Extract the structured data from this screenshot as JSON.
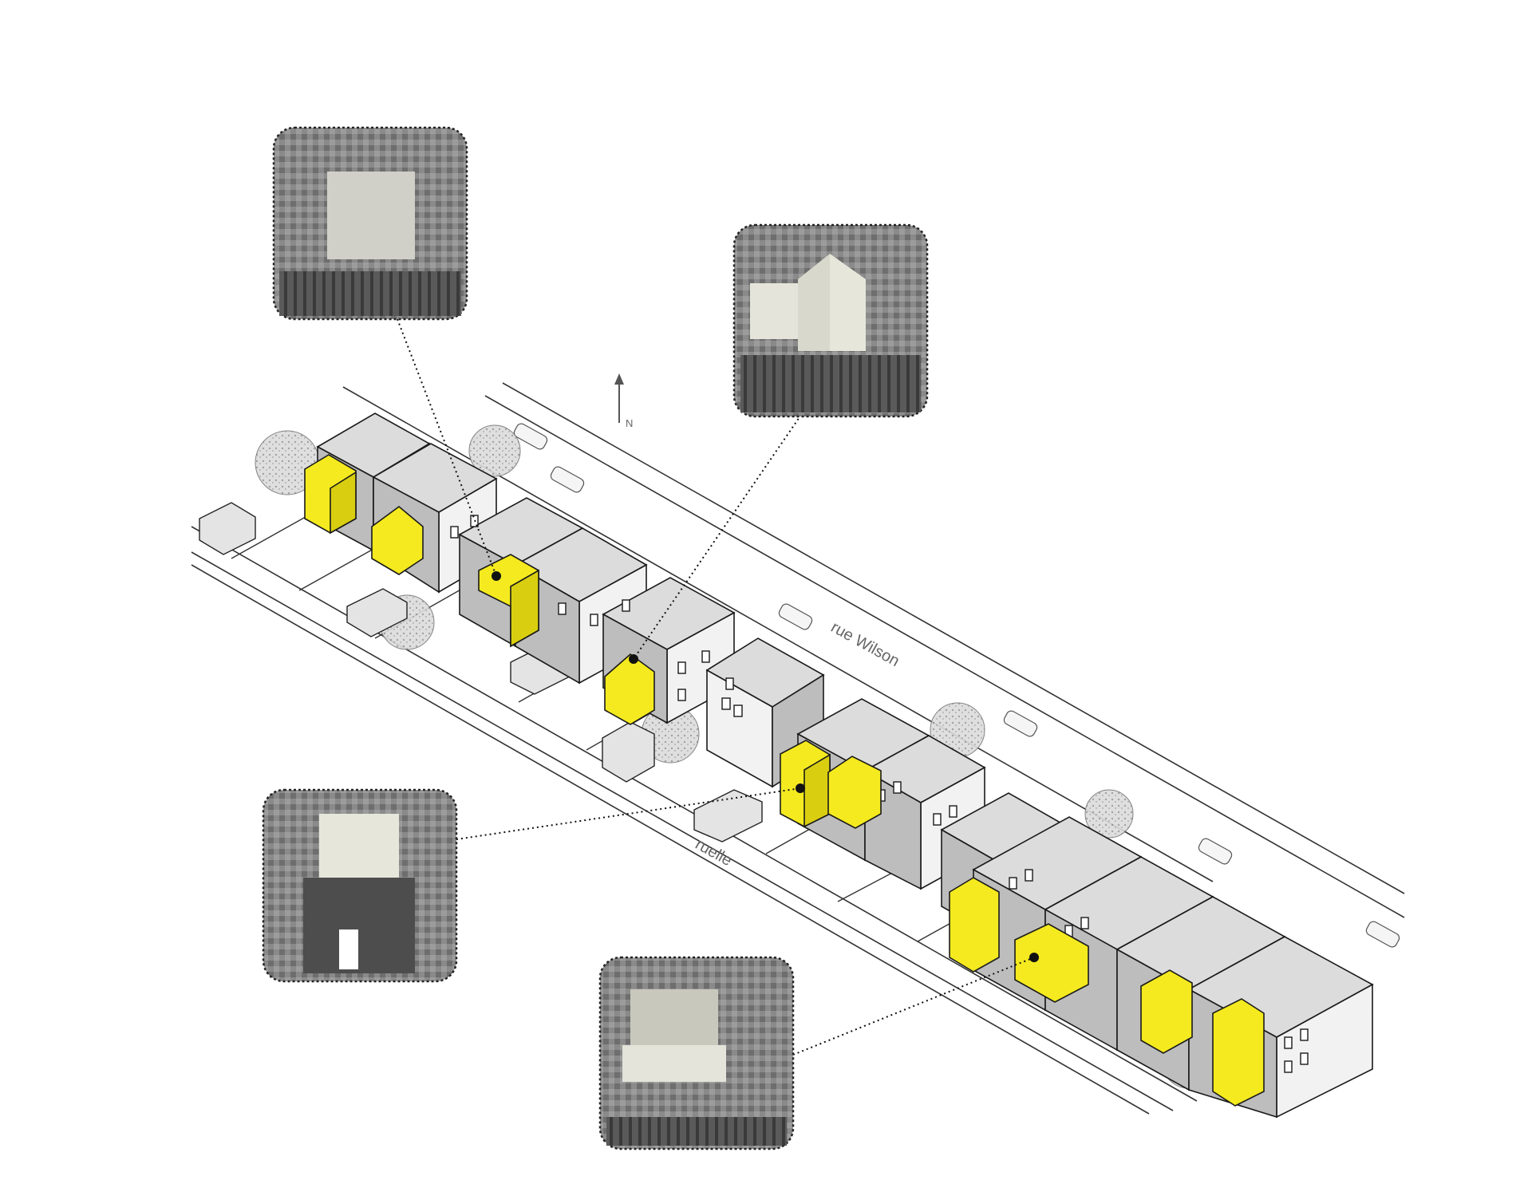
{
  "labels": {
    "north": "N",
    "street": "rue Wilson",
    "alley": "ruelle"
  },
  "colors": {
    "background": "#ffffff",
    "roof": "#dcdcdc",
    "wall_light": "#f2f2f2",
    "wall_shade": "#bdbdbd",
    "extension": "#f4ea1f",
    "extension_shade": "#d9cf10",
    "outline": "#1a1a1a",
    "photo_border": "#222222"
  },
  "photos": [
    {
      "name": "photo-rear-houses-fence"
    },
    {
      "name": "photo-gable-house-extension"
    },
    {
      "name": "photo-brick-house-extension"
    },
    {
      "name": "photo-rear-box-extension"
    }
  ],
  "extensions": [
    {
      "name": "extension-1"
    },
    {
      "name": "extension-2"
    },
    {
      "name": "extension-3"
    },
    {
      "name": "extension-4"
    },
    {
      "name": "extension-5"
    },
    {
      "name": "extension-6"
    },
    {
      "name": "extension-7"
    },
    {
      "name": "extension-8"
    },
    {
      "name": "extension-9"
    },
    {
      "name": "extension-10"
    }
  ]
}
